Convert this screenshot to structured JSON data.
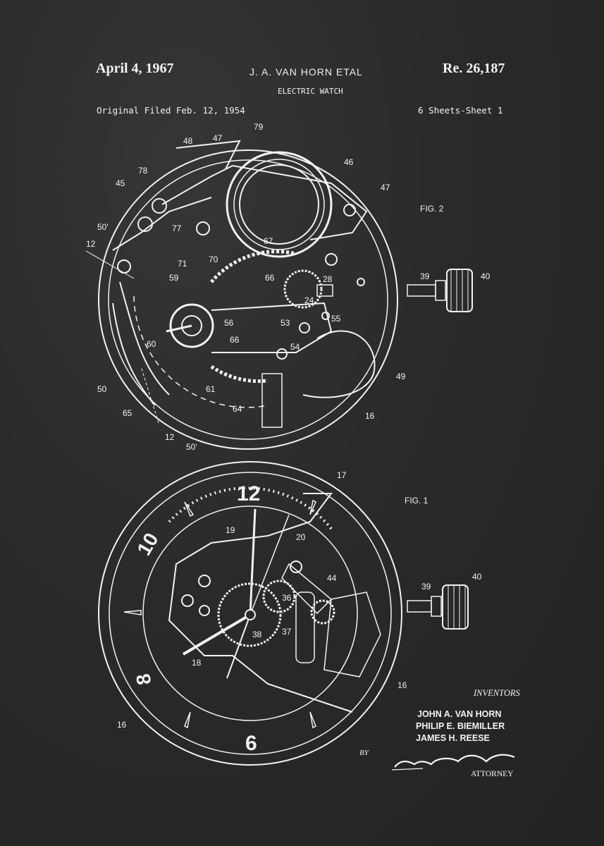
{
  "header": {
    "date": "April 4, 1967",
    "inventor_line": "J. A. VAN HORN ETAL",
    "reissue": "Re. 26,187",
    "title": "ELECTRIC WATCH",
    "filed": "Original Filed Feb. 12, 1954",
    "sheets": "6 Sheets-Sheet 1"
  },
  "figures": {
    "fig2": {
      "label": "FIG. 2",
      "refs": [
        "79",
        "48",
        "47",
        "46",
        "47",
        "78",
        "45",
        "77",
        "50'",
        "12",
        "67",
        "71",
        "70",
        "59",
        "66",
        "28",
        "24",
        "39",
        "40",
        "55",
        "56",
        "53",
        "60",
        "66",
        "54",
        "49",
        "50",
        "61",
        "65",
        "64",
        "16",
        "12",
        "50'"
      ]
    },
    "fig1": {
      "label": "FIG. 1",
      "refs": [
        "17",
        "19",
        "20",
        "44",
        "39",
        "40",
        "36",
        "37",
        "38",
        "18",
        "16",
        "16"
      ],
      "dial_numbers": [
        "12",
        "10",
        "8",
        "6"
      ]
    }
  },
  "inventors": {
    "heading": "INVENTORS",
    "names": [
      "JOHN A. VAN HORN",
      "PHILIP E. BIEMILLER",
      "JAMES H. REESE"
    ],
    "by": "BY",
    "attorney": "ATTORNEY"
  },
  "colors": {
    "board": "#2a2a2a",
    "chalk": "#f2f2f2"
  }
}
